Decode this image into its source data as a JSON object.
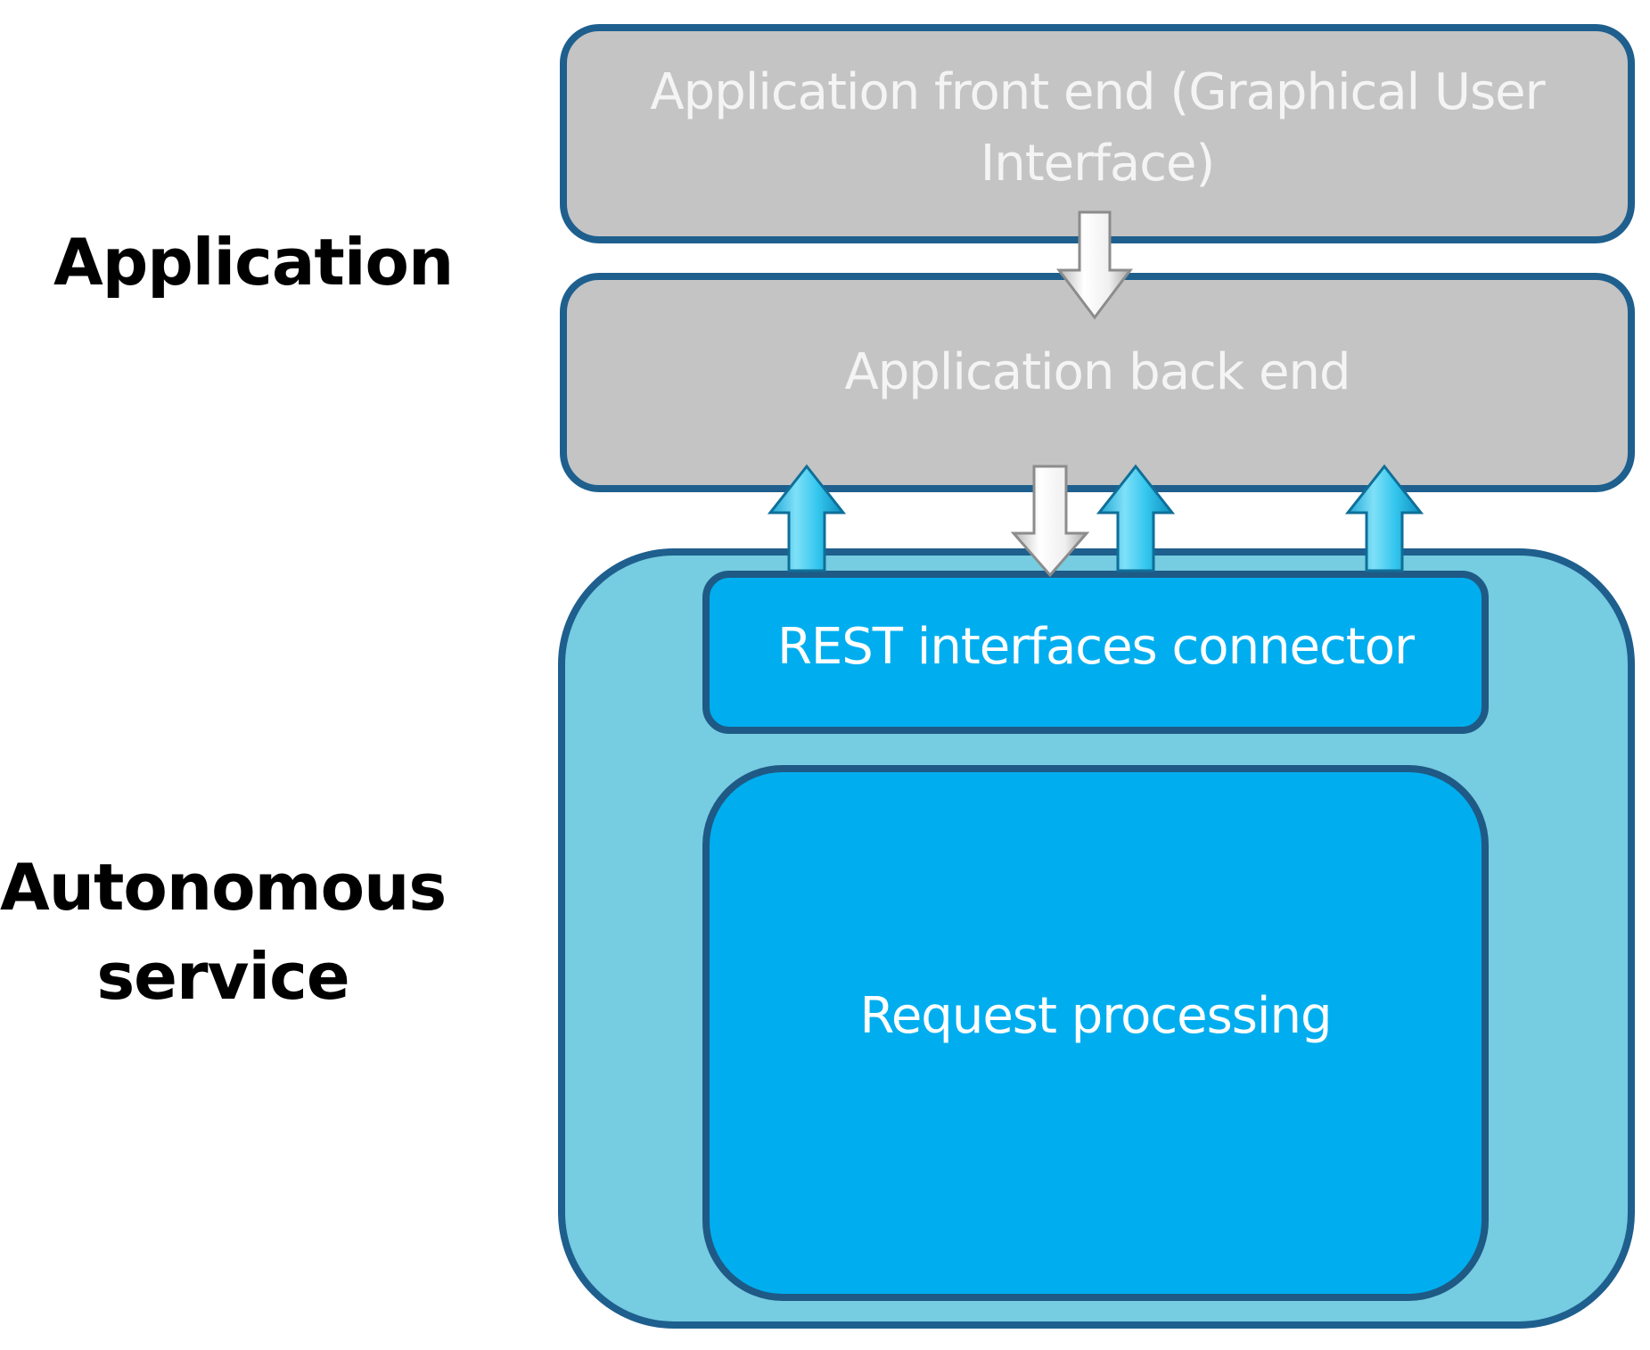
{
  "labels": {
    "application": "Application",
    "autonomous_line1": "Autonomous",
    "autonomous_line2": "service"
  },
  "boxes": {
    "front_end": "Application front end (Graphical User Interface)",
    "back_end": "Application back end",
    "rest_connector": "REST interfaces connector",
    "request_processing": "Request processing"
  },
  "colors": {
    "gray_box_fill": "#c4c4c4",
    "box_border": "#1e5f8e",
    "service_container_fill": "#76cce0",
    "inner_box_fill": "#00aeef",
    "arrow_down_fill": "#f2f2f2",
    "arrow_up_fill": "#33c8ee"
  },
  "arrows": [
    {
      "id": "frontend-to-backend",
      "direction": "down",
      "style": "gray"
    },
    {
      "id": "rest-to-backend-left",
      "direction": "up",
      "style": "blue"
    },
    {
      "id": "backend-to-rest",
      "direction": "down",
      "style": "gray"
    },
    {
      "id": "rest-to-backend-middle",
      "direction": "up",
      "style": "blue"
    },
    {
      "id": "rest-to-backend-right",
      "direction": "up",
      "style": "blue"
    }
  ]
}
